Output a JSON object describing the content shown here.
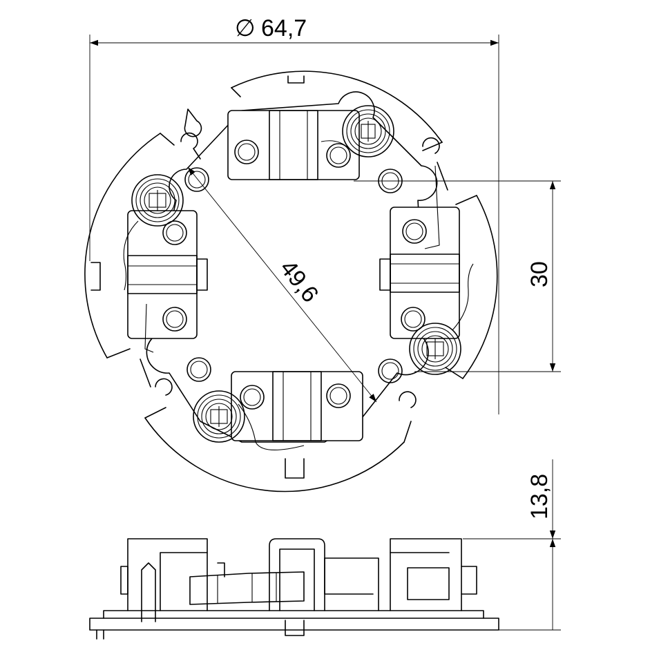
{
  "dimensions": {
    "outer_diameter": {
      "symbol": "∅",
      "value": "64,7"
    },
    "brush_span": "49,6",
    "height_right": "30",
    "side_height": "13,8"
  }
}
